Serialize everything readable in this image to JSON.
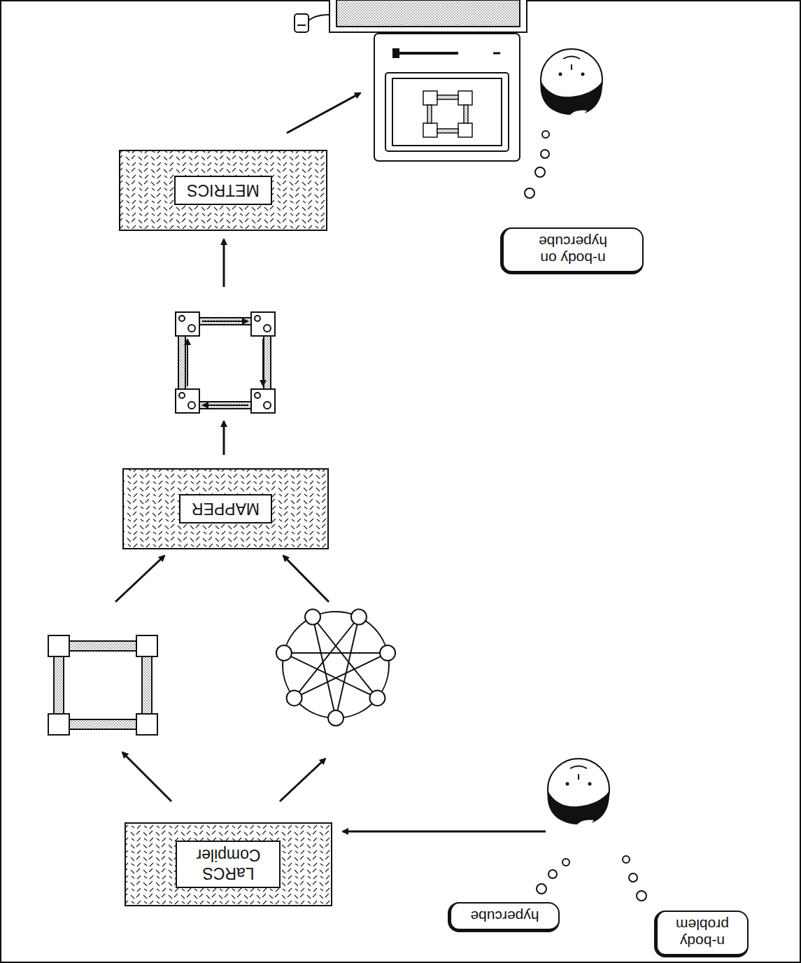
{
  "diagram": {
    "nodes": [
      {
        "text": [
          "n-body problem"
        ]
      },
      {
        "text": [
          "hypercube"
        ]
      },
      {
        "text": [
          "LaRCS Compiler"
        ]
      },
      {
        "text": [
          "MAPPER"
        ]
      },
      {
        "text": [
          "METRICS"
        ]
      },
      {
        "text": [
          "n-body on hypercube"
        ]
      }
    ]
  }
}
